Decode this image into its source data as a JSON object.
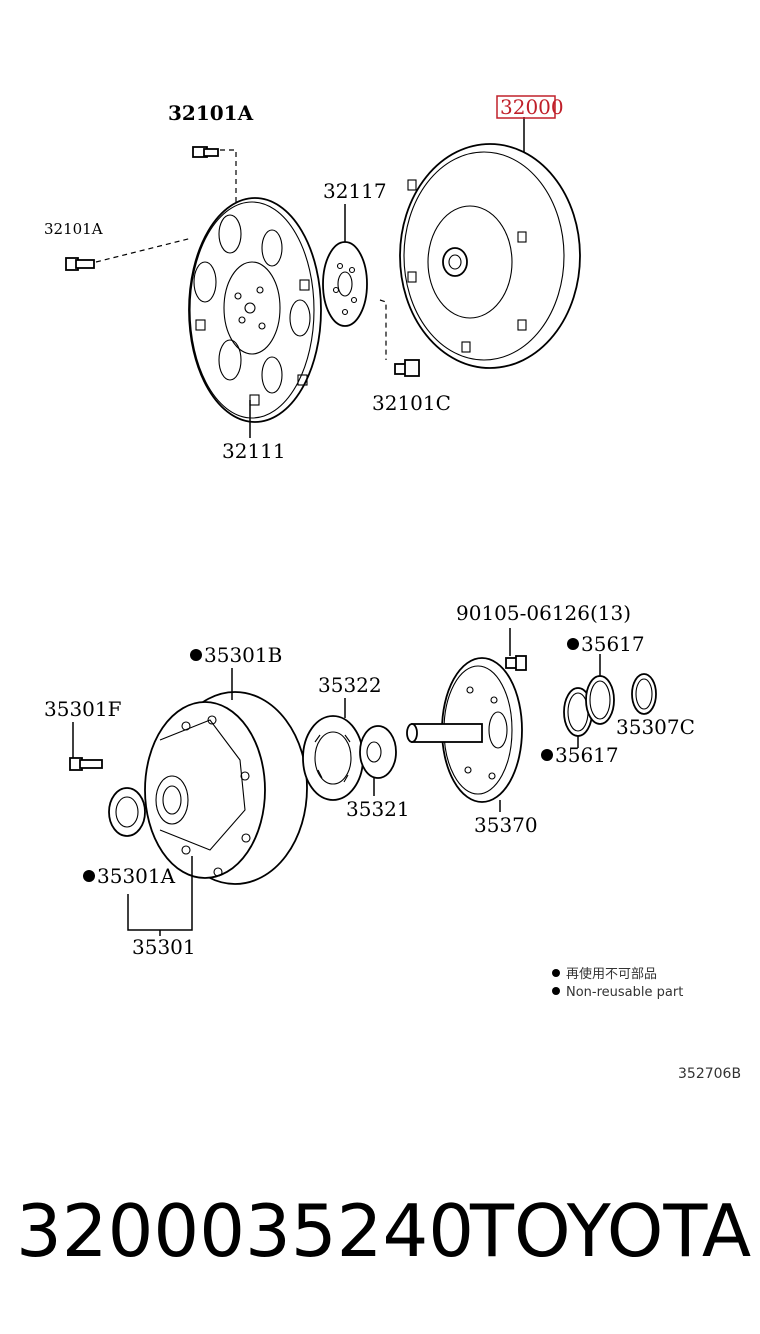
{
  "labels": {
    "p32101A_top": "32101A",
    "p32101A_left": "32101A",
    "p32000": "32000",
    "p32117": "32117",
    "p32101C": "32101C",
    "p32111": "32111",
    "p90105": "90105-06126(13)",
    "p35617_top": "35617",
    "p35301B": "35301B",
    "p35322": "35322",
    "p35301F": "35301F",
    "p35307C": "35307C",
    "p35617_bot": "35617",
    "p35321": "35321",
    "p35370": "35370",
    "p35301A": "35301A",
    "p35301": "35301"
  },
  "legend": {
    "line1": "再使用不可部品",
    "line2": "Non-reusable part"
  },
  "diagram_code": "352706B",
  "footer": {
    "part_number": "3200035240",
    "brand": "TOYOTA"
  },
  "colors": {
    "highlight": "#c0202a"
  }
}
